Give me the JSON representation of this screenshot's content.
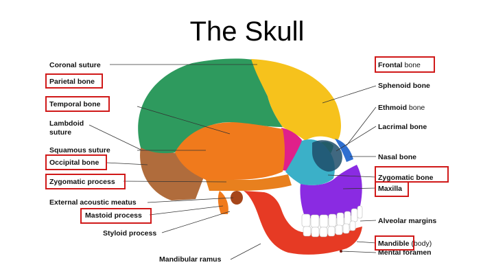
{
  "slide": {
    "title": "The Skull"
  },
  "labels_left": {
    "coronal_suture": "Coronal suture",
    "parietal_bone": "Parietal bone",
    "temporal_bone": "Temporal bone",
    "lambdoid_1": "Lambdoid",
    "lambdoid_2": "suture",
    "squamous_suture": "Squamous suture",
    "occipital_bone": "Occipital bone",
    "zygomatic_process": "Zygomatic process",
    "external_acoustic_meatus": "External acoustic meatus",
    "mastoid_process": "Mastoid process",
    "styloid_process": "Styloid process",
    "mandibular_ramus": "Mandibular ramus"
  },
  "labels_right": {
    "frontal_bold": "Frontal",
    "frontal_rest": " bone",
    "sphenoid_bone": "Sphenoid bone",
    "ethmoid_bold": "Ethmoid",
    "ethmoid_rest": " bone",
    "lacrimal_bone": "Lacrimal bone",
    "nasal_bone": "Nasal bone",
    "zygomatic_bone": "Zygomatic bone",
    "maxilla": "Maxilla",
    "alveolar_margins": "Alveolar margins",
    "mandible_bold": "Mandible",
    "mandible_rest": " (body)",
    "mental_foramen": "Mental foramen"
  },
  "colors": {
    "highlight_box": "#d01818",
    "parietal": "#2e9a5e",
    "frontal": "#f6c21c",
    "temporal": "#f07a1c",
    "occipital": "#b06c3c",
    "sphenoid": "#e0208a",
    "zygomatic": "#3bb0c8",
    "maxilla": "#8a2be2",
    "mandible": "#e63a24",
    "teeth": "#ffffff"
  }
}
